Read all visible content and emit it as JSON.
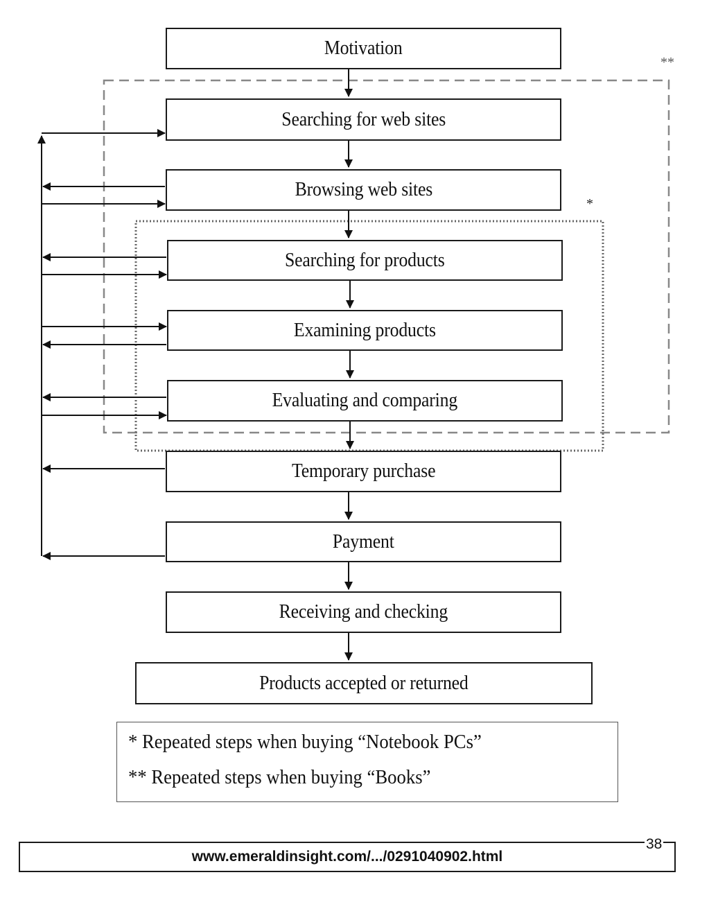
{
  "steps": [
    "Motivation",
    "Searching for web sites",
    "Browsing web sites",
    "Searching for products",
    "Examining products",
    "Evaluating and comparing",
    "Temporary purchase",
    "Payment",
    "Receiving and checking",
    "Products accepted or returned"
  ],
  "region_marks": {
    "books": "**",
    "notebook": "*"
  },
  "legend": {
    "notebook_text": "* Repeated steps when buying “Notebook PCs”",
    "books_text": "** Repeated steps when buying “Books”"
  },
  "footer": {
    "url": "www.emeraldinsight.com/.../0291040902.html",
    "page_number": "38"
  },
  "colors": {
    "line": "#111111",
    "dashed_region": "#888888",
    "dotted_region": "#666666"
  }
}
